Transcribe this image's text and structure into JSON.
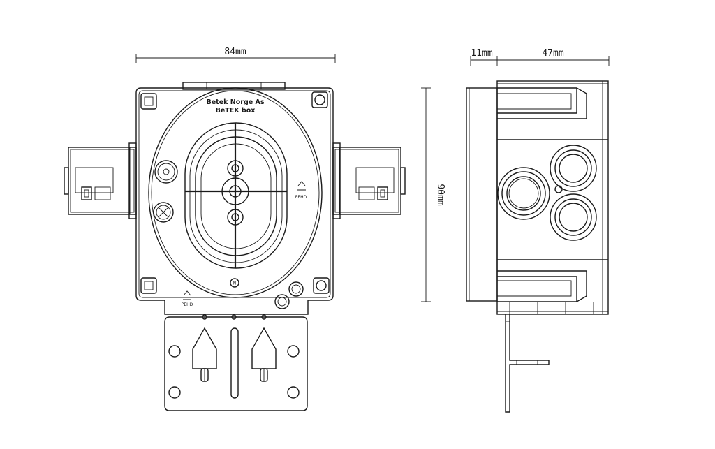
{
  "dimensions": {
    "width_front": "84mm",
    "depth_flange": "11mm",
    "depth_body": "47mm",
    "height": "90mm"
  },
  "label": {
    "line1": "Betek Norge As",
    "line2": "BeTEK box"
  },
  "markings": {
    "neutral": "N",
    "pehd": "PEHD"
  }
}
